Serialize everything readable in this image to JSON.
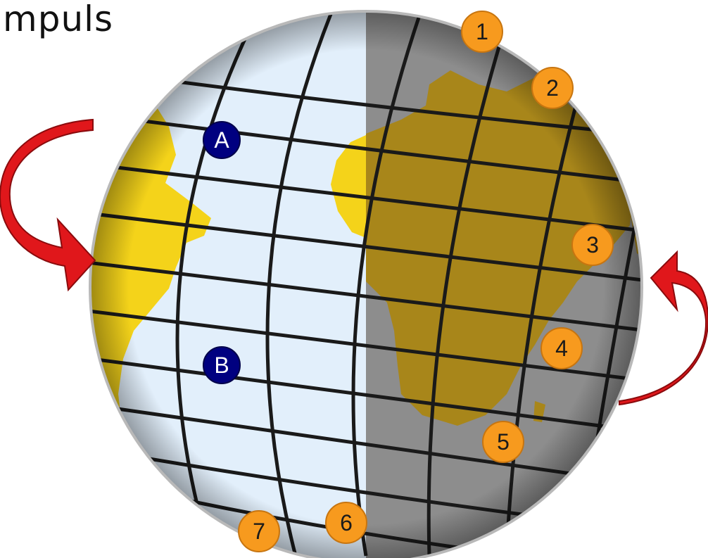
{
  "title": "mpuls",
  "colors": {
    "ocean_light": "#e2effb",
    "ocean_dark": "#8d8d8d",
    "land_light": "#f4d31a",
    "land_dark": "#a8861a",
    "arrow": "#e0171b",
    "orange_marker": "#f79a1e",
    "blue_marker": "#000080"
  },
  "markers": {
    "orange": [
      "1",
      "2",
      "3",
      "4",
      "5",
      "6",
      "7"
    ],
    "blue": [
      "A",
      "B"
    ]
  },
  "arrows": {
    "left_icon": "curved-arrow-down-right",
    "right_icon": "curved-arrow-up-left"
  }
}
